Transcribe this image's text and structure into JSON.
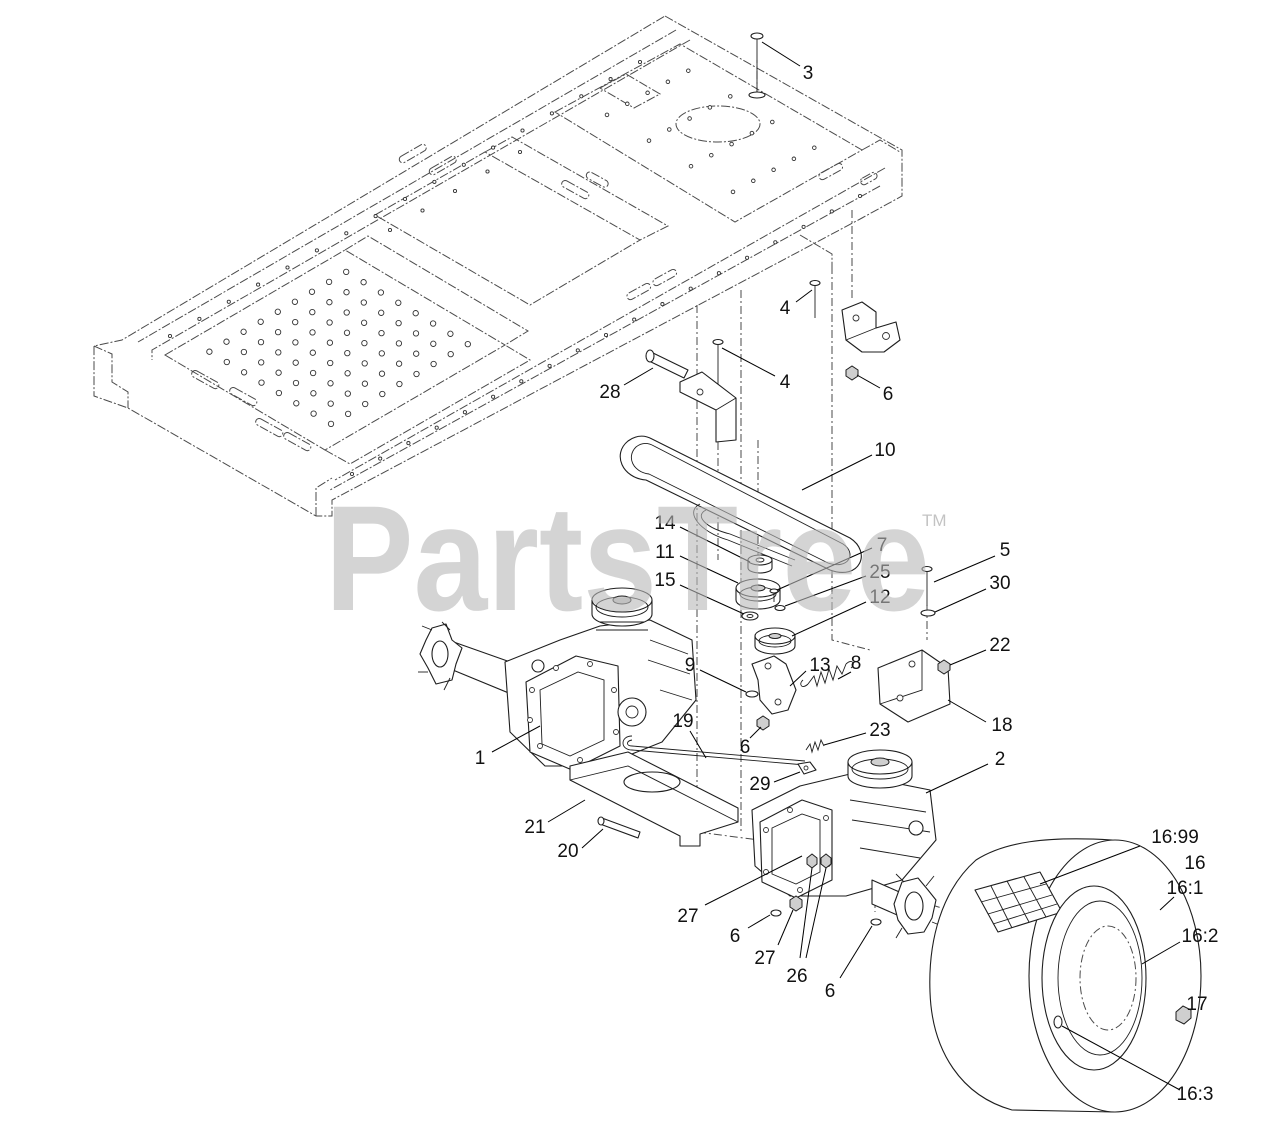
{
  "watermark": {
    "brand": "PartsTree",
    "tm": "TM"
  },
  "callouts": [
    "3",
    "4",
    "4",
    "6",
    "28",
    "10",
    "14",
    "7",
    "5",
    "11",
    "25",
    "30",
    "15",
    "12",
    "22",
    "9",
    "13",
    "8",
    "18",
    "19",
    "23",
    "1",
    "6",
    "29",
    "2",
    "21",
    "20",
    "16:99",
    "16",
    "16:1",
    "27",
    "6",
    "27",
    "26",
    "6",
    "16:2",
    "17",
    "16:3"
  ],
  "colors": {
    "line": "#1e1e1e",
    "watermark": "#b9b9b9",
    "background": "#ffffff"
  }
}
